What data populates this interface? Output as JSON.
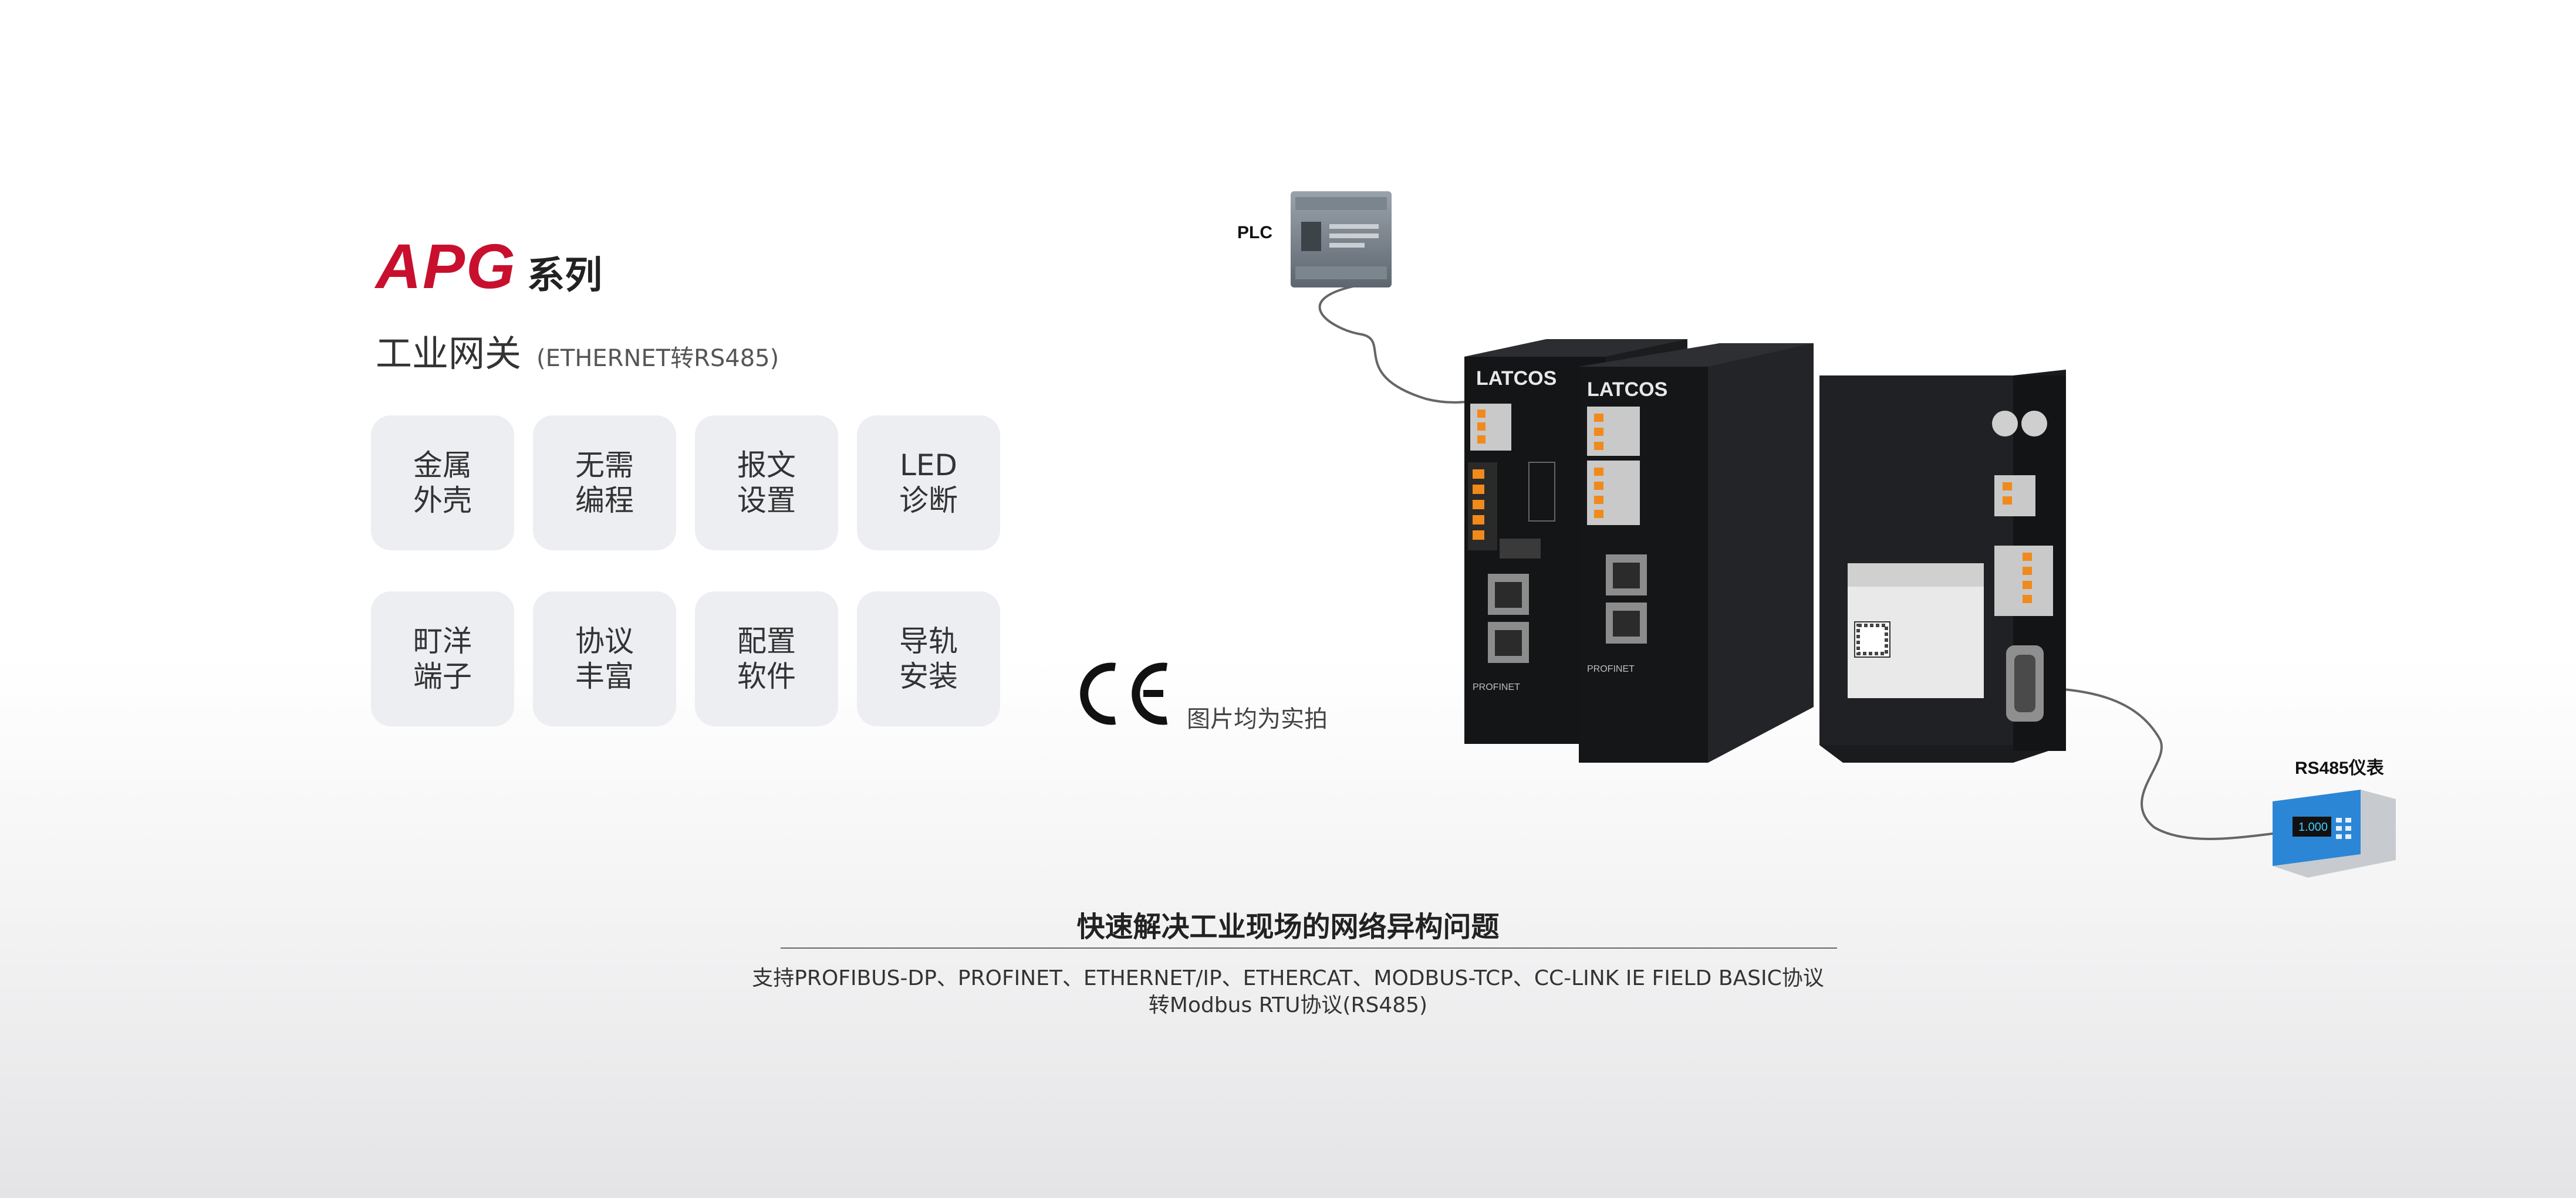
{
  "brand": {
    "name": "APG",
    "series": "系列",
    "accent_color": "#c8102e"
  },
  "subtitle": {
    "main": "工业网关",
    "note": "(ETHERNET转RS485)"
  },
  "features": [
    {
      "line1": "金属",
      "line2": "外壳"
    },
    {
      "line1": "无需",
      "line2": "编程"
    },
    {
      "line1": "报文",
      "line2": "设置"
    },
    {
      "line1": "LED",
      "line2": "诊断"
    },
    {
      "line1": "町洋",
      "line2": "端子"
    },
    {
      "line1": "协议",
      "line2": "丰富"
    },
    {
      "line1": "配置",
      "line2": "软件"
    },
    {
      "line1": "导轨",
      "line2": "安装"
    }
  ],
  "certification": {
    "mark": "CE",
    "caption": "图片均为实拍"
  },
  "diagram": {
    "plc_label": "PLC",
    "meter_label": "RS485仪表",
    "device_brand": "LATCOS",
    "device_protocol": "PROFINET",
    "meter_reading": "1.000"
  },
  "footer": {
    "headline": "快速解决工业现场的网络异构问题",
    "desc_line1": "支持PROFIBUS-DP、PROFINET、ETHERNET/IP、ETHERCAT、MODBUS-TCP、CC-LINK IE FIELD BASIC协议",
    "desc_line2": "转Modbus RTU协议(RS485)"
  }
}
